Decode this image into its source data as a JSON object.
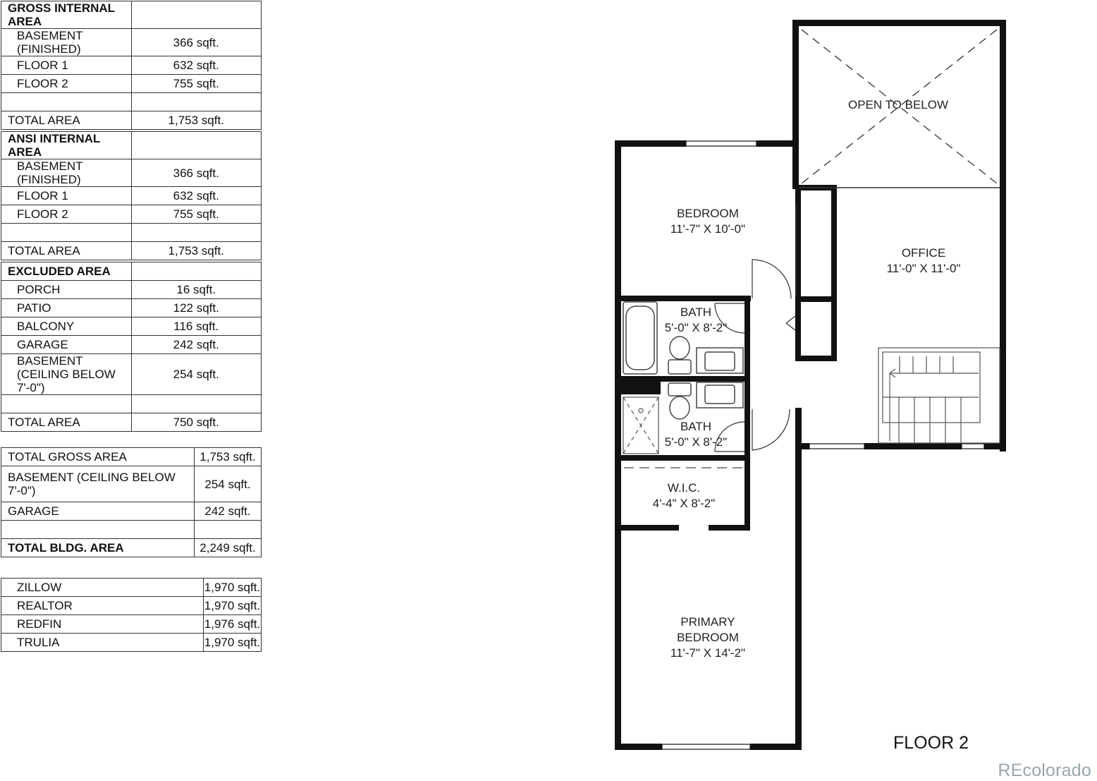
{
  "tables": {
    "gross": {
      "header": "GROSS INTERNAL AREA",
      "rows": [
        {
          "label": "BASEMENT (FINISHED)",
          "value": "366 sqft."
        },
        {
          "label": "FLOOR 1",
          "value": "632 sqft."
        },
        {
          "label": "FLOOR 2",
          "value": "755 sqft."
        }
      ],
      "total_label": "TOTAL AREA",
      "total_value": "1,753 sqft."
    },
    "ansi": {
      "header": "ANSI INTERNAL AREA",
      "rows": [
        {
          "label": "BASEMENT (FINISHED)",
          "value": "366 sqft."
        },
        {
          "label": "FLOOR 1",
          "value": "632 sqft."
        },
        {
          "label": "FLOOR 2",
          "value": "755 sqft."
        }
      ],
      "total_label": "TOTAL AREA",
      "total_value": "1,753 sqft."
    },
    "excluded": {
      "header": "EXCLUDED AREA",
      "rows": [
        {
          "label": "PORCH",
          "value": "16 sqft."
        },
        {
          "label": "PATIO",
          "value": "122 sqft."
        },
        {
          "label": "BALCONY",
          "value": "116 sqft."
        },
        {
          "label": "GARAGE",
          "value": "242 sqft."
        },
        {
          "label": "BASEMENT (CEILING BELOW 7'-0\")",
          "value": "254 sqft."
        }
      ],
      "total_label": "TOTAL AREA",
      "total_value": "750 sqft."
    },
    "building": {
      "rows": [
        {
          "label": "TOTAL GROSS AREA",
          "value": "1,753 sqft."
        },
        {
          "label": "BASEMENT (CEILING BELOW 7'-0\")",
          "value": "254 sqft."
        },
        {
          "label": "GARAGE",
          "value": "242 sqft."
        }
      ],
      "total_label": "TOTAL BLDG. AREA",
      "total_value": "2,249 sqft."
    },
    "listings": {
      "rows": [
        {
          "label": "ZILLOW",
          "value": "1,970 sqft."
        },
        {
          "label": "REALTOR",
          "value": "1,970 sqft."
        },
        {
          "label": "REDFIN",
          "value": "1,976 sqft."
        },
        {
          "label": "TRULIA",
          "value": "1,970 sqft."
        }
      ]
    }
  },
  "rooms": {
    "open_to_below": "OPEN TO BELOW",
    "bedroom_name": "BEDROOM",
    "bedroom_dims": "11'-7\" X 10'-0\"",
    "office_name": "OFFICE",
    "office_dims": "11'-0\" X 11'-0\"",
    "bath1_name": "BATH",
    "bath1_dims": "5'-0\" X 8'-2\"",
    "bath2_name": "BATH",
    "bath2_dims": "5'-0\" X 8'-2\"",
    "wic_name": "W.I.C.",
    "wic_dims": "4'-4\" X 8'-2\"",
    "primary_name_1": "PRIMARY",
    "primary_name_2": "BEDROOM",
    "primary_dims": "11'-7\" X 14'-2\""
  },
  "floor_title": "FLOOR 2",
  "watermark": "REcolorado",
  "colors": {
    "wall": "#111111",
    "watermark": "#9aa6ad"
  }
}
